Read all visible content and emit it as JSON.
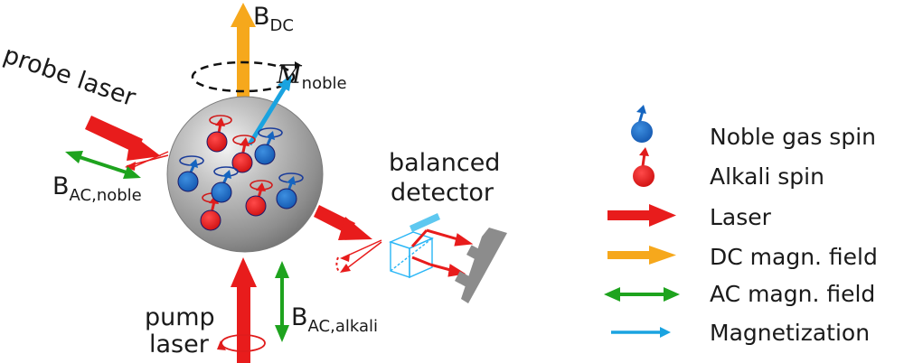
{
  "labels": {
    "b_dc_main": "B",
    "b_dc_sub": "DC",
    "m_main": "M",
    "m_sub": "noble",
    "probe_laser": "probe laser",
    "b_ac_noble_main": "B",
    "b_ac_noble_sub": "AC,noble",
    "balanced": "balanced",
    "detector": "detector",
    "pump": "pump",
    "laser": "laser",
    "b_ac_alkali_main": "B",
    "b_ac_alkali_sub": "AC,alkali"
  },
  "legend": [
    {
      "label": "Noble gas spin",
      "icon": "noble-spin-icon"
    },
    {
      "label": "Alkali spin",
      "icon": "alkali-spin-icon"
    },
    {
      "label": "Laser",
      "icon": "laser-arrow-icon"
    },
    {
      "label": "DC magn. field",
      "icon": "dc-field-arrow-icon"
    },
    {
      "label": "AC magn. field",
      "icon": "ac-field-arrow-icon"
    },
    {
      "label": "Magnetization",
      "icon": "magnetization-arrow-icon"
    }
  ],
  "colors": {
    "laser": "#e81c1c",
    "dc_field": "#f6a81c",
    "ac_field": "#1ea31e",
    "magnetization": "#1aa3e0",
    "noble_spin": "#1565c0",
    "alkali_spin": "#e01c1c",
    "cell": "#a8a8a8",
    "detector": "#8c8c8c"
  }
}
